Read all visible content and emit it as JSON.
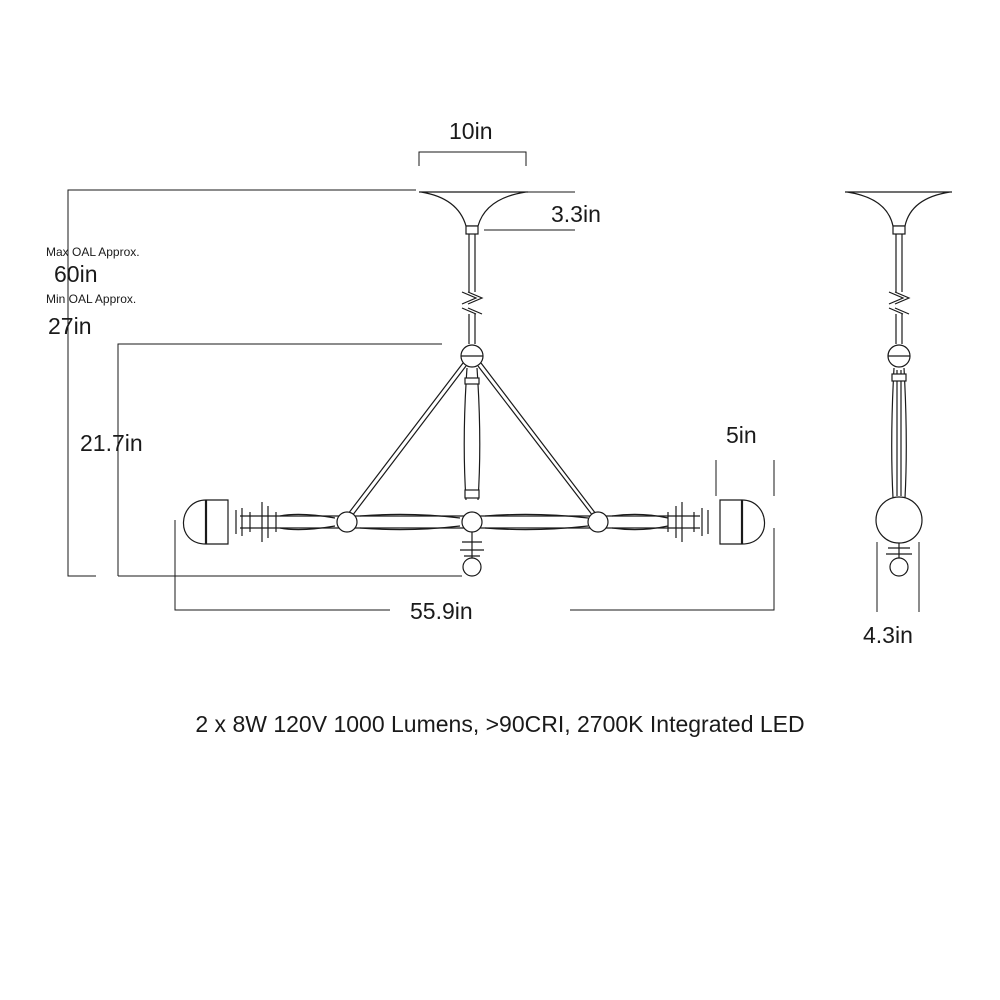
{
  "dimensions": {
    "canopy_width": "10in",
    "canopy_height": "3.3in",
    "max_oal_label": "Max OAL Approx.",
    "max_oal_value": "60in",
    "min_oal_label": "Min OAL Approx.",
    "min_oal_value": "27in",
    "body_height": "21.7in",
    "shade_width": "5in",
    "overall_width": "55.9in",
    "depth": "4.3in"
  },
  "specs": "2 x 8W 120V 1000 Lumens, >90CRI, 2700K Integrated LED",
  "colors": {
    "line": "#1a1a1a",
    "text": "#1a1a1a",
    "fixture_fill": "#ffffff"
  }
}
